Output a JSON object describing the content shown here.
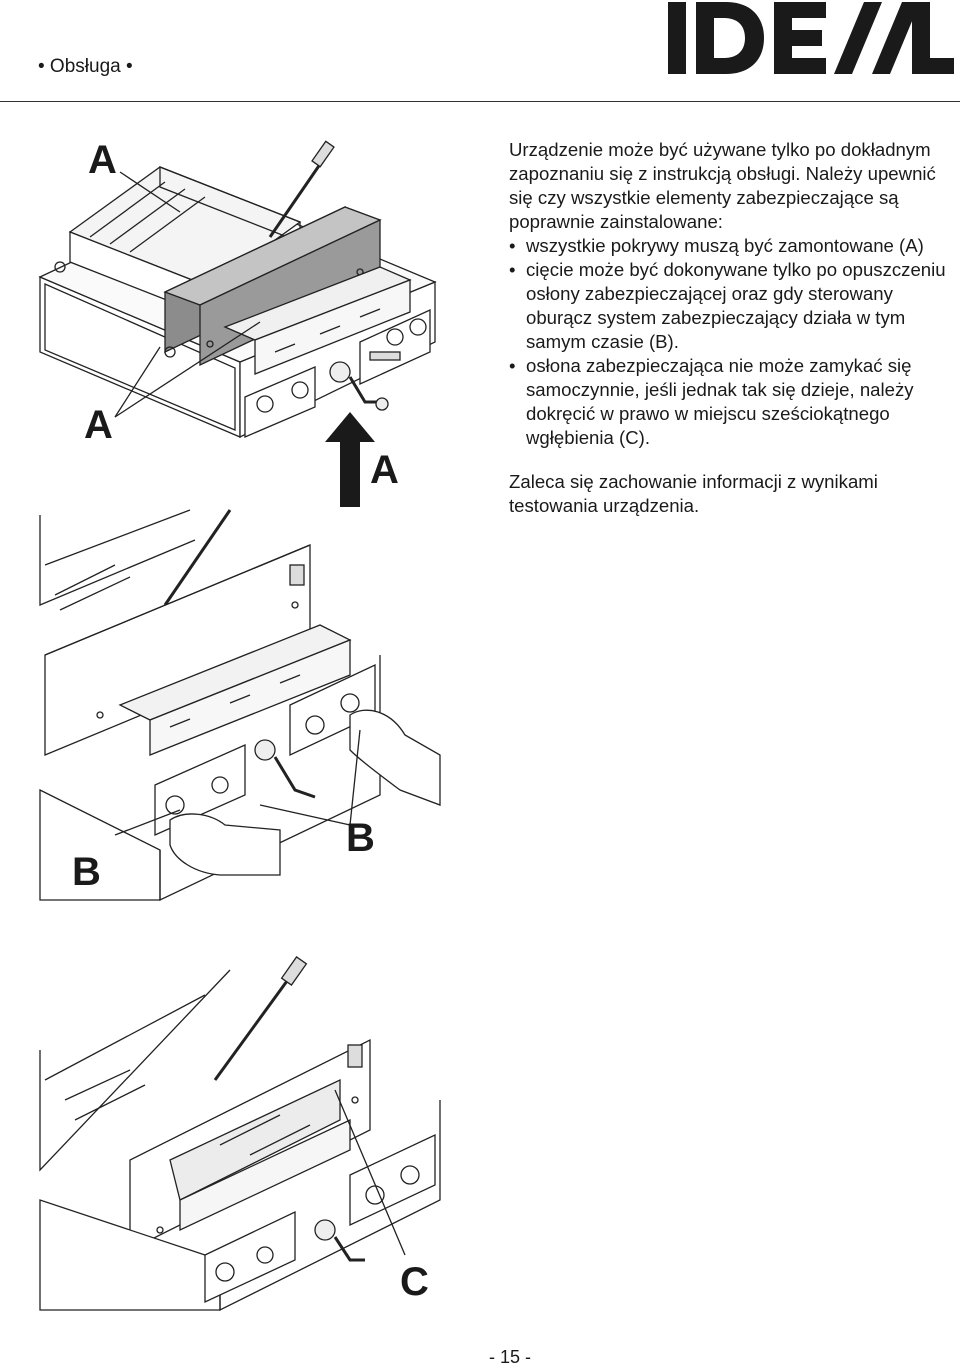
{
  "header": {
    "section": "• Obsługa •",
    "logo_text": "IDEAL"
  },
  "text": {
    "intro": "Urządzenie może być używane tylko po dokładnym zapoznaniu się z instrukcją obsługi. Należy upewnić się czy wszystkie elementy zabezpieczające są poprawnie zainstalowane:",
    "bullets": [
      "wszystkie pokrywy muszą być zamontowane (A)",
      "cięcie może być dokonywane tylko po opuszczeniu osłony zabezpieczającej oraz gdy sterowany oburącz system zabezpieczający działa w tym samym czasie (B).",
      "osłona zabezpieczająca nie może zamykać się samoczynnie, jeśli jednak tak się dzieje, należy dokręcić w prawo w miejscu sześciokątnego wgłębienia (C)."
    ],
    "note": "Zaleca się zachowanie informacji z wynikami testowania urządzenia."
  },
  "callouts": {
    "fig1_top": "A",
    "fig1_left": "A",
    "fig1_right": "A",
    "fig2_left": "B",
    "fig2_right": "B",
    "fig3": "C"
  },
  "footer": {
    "page_number": "- 15 -"
  }
}
